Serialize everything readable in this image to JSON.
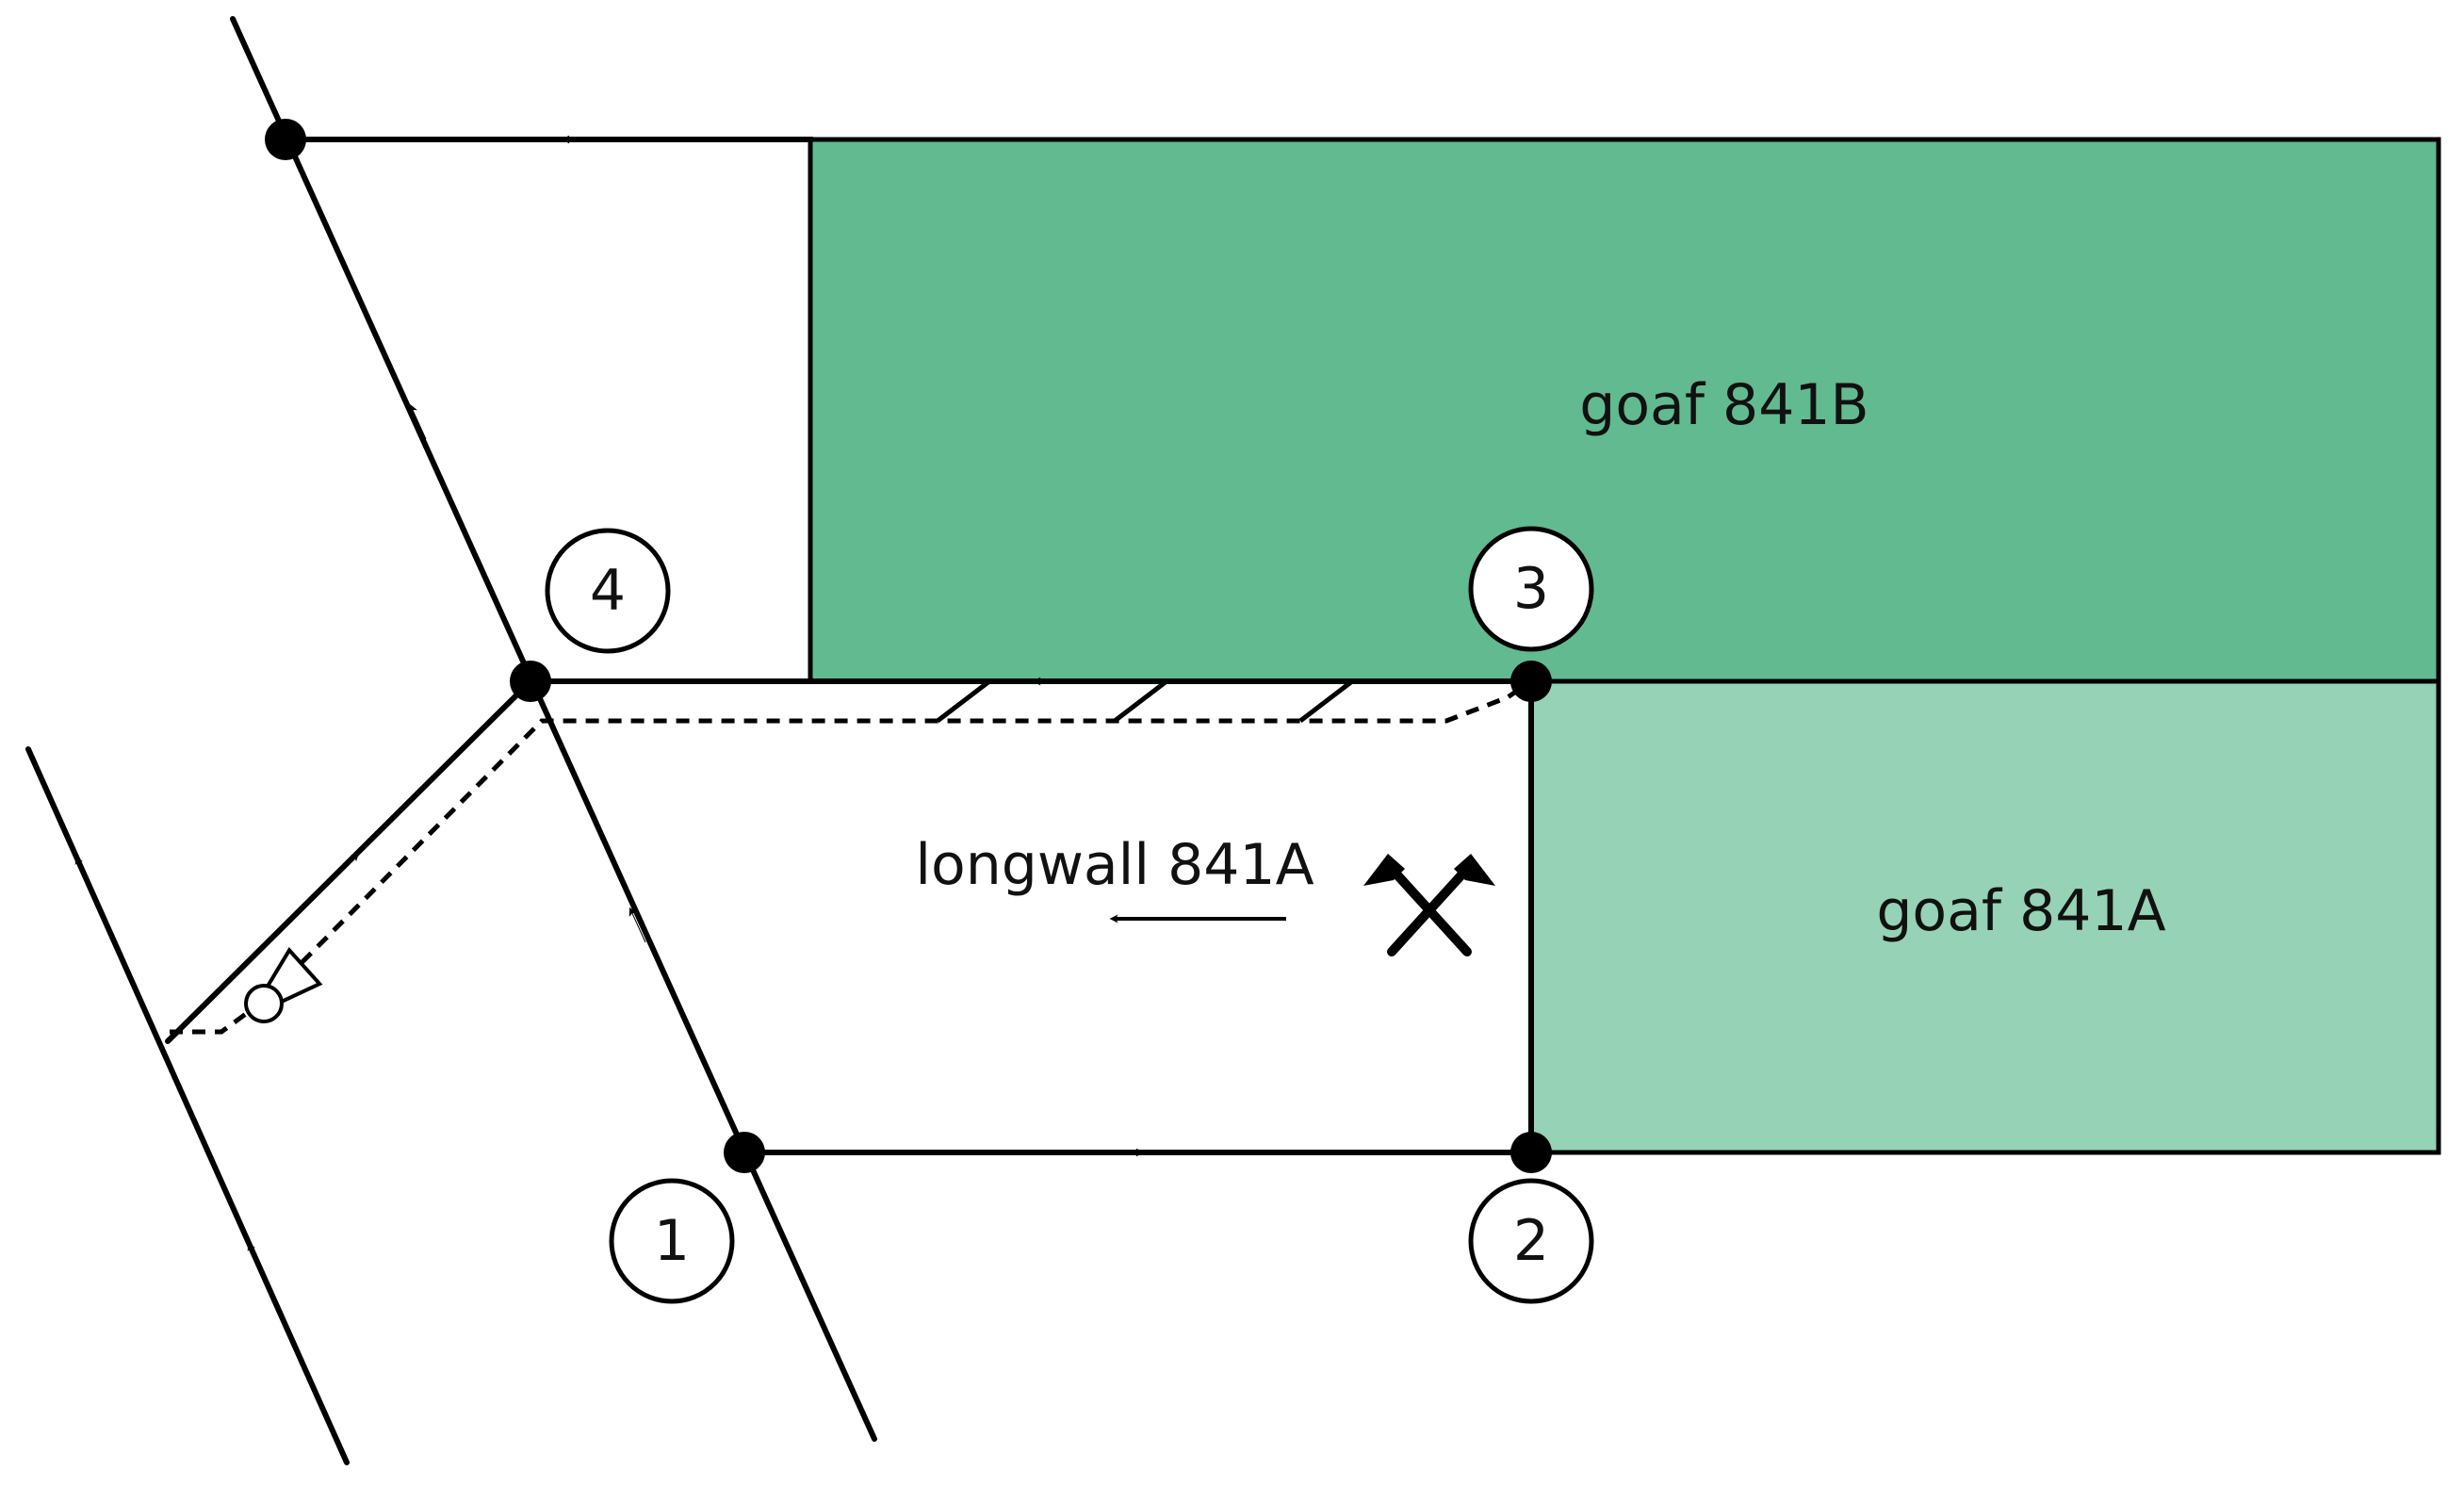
{
  "labels": {
    "goaf_b": "goaf 841B",
    "goaf_a": "goaf 841A",
    "longwall": "longwall 841A"
  },
  "nodes": [
    {
      "id": "1",
      "label": "1"
    },
    {
      "id": "2",
      "label": "2"
    },
    {
      "id": "3",
      "label": "3"
    },
    {
      "id": "4",
      "label": "4"
    }
  ],
  "colors": {
    "goaf_b_fill": "#62ba90",
    "goaf_a_fill": "#96d2b5",
    "line": "#000000",
    "background": "#ffffff"
  },
  "icons": {
    "mining": "crossed-hammers-icon",
    "fan": "fan-icon"
  }
}
